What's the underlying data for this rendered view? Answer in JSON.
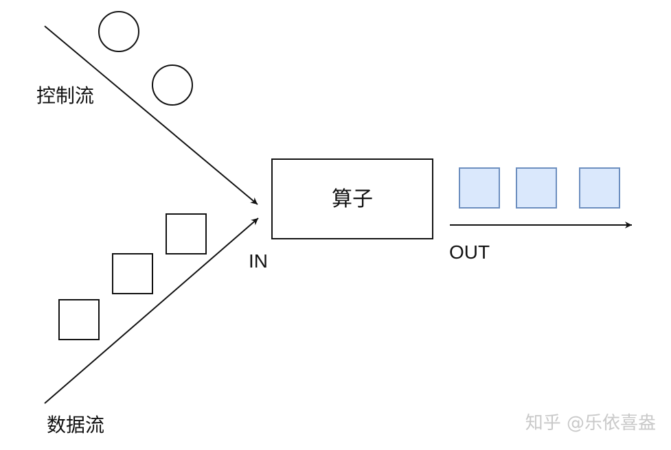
{
  "labels": {
    "control_flow": "控制流",
    "data_flow": "数据流",
    "operator": "算子",
    "input": "IN",
    "output": "OUT"
  },
  "watermark": "知乎 @乐依喜盎",
  "colors": {
    "stroke": "#111111",
    "output_fill": "#dae8fc",
    "output_stroke": "#6c8ebf",
    "watermark": "#c9c9c9"
  }
}
